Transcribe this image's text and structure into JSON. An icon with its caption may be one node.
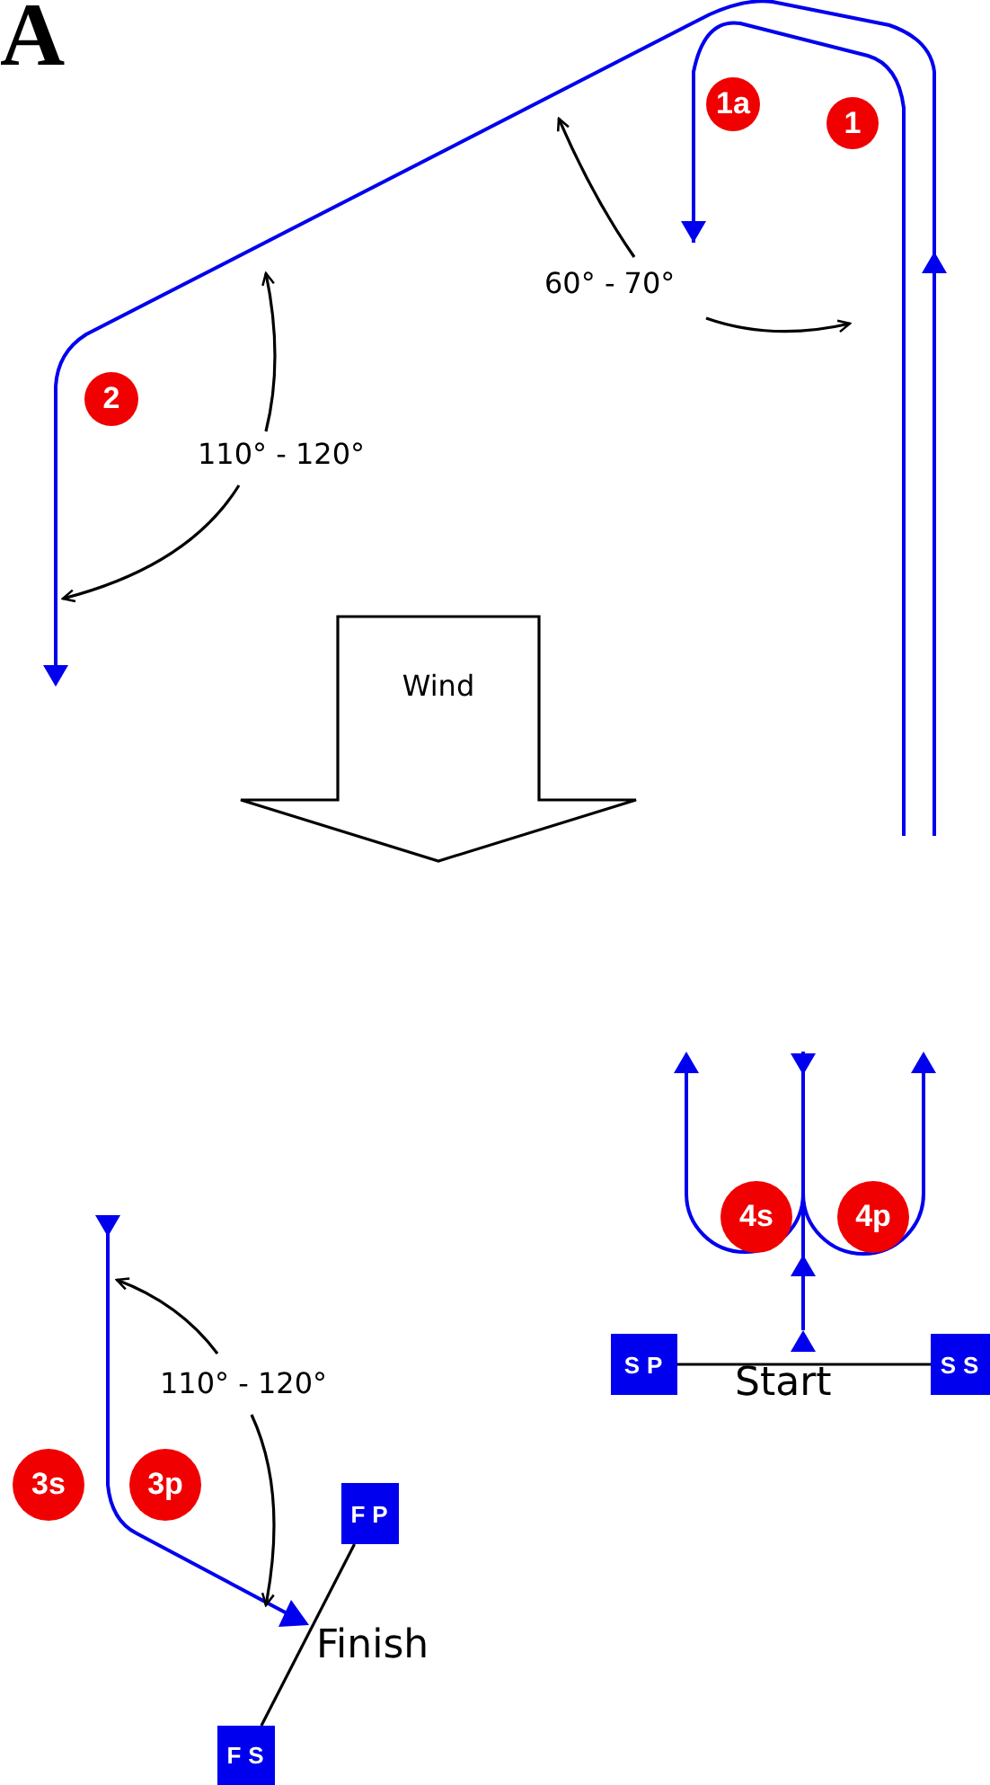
{
  "diagram": {
    "nodes": [
      {
        "text": [
          "1a"
        ]
      },
      {
        "text": [
          "1"
        ]
      },
      {
        "text": [
          "2"
        ]
      },
      {
        "text": [
          "Wind"
        ]
      },
      {
        "text": [
          "4s"
        ]
      },
      {
        "text": [
          "4p"
        ]
      },
      {
        "text": [
          "SP"
        ]
      },
      {
        "text": [
          "SS"
        ]
      },
      {
        "text": [
          "3s"
        ]
      },
      {
        "text": [
          "3p"
        ]
      },
      {
        "text": [
          "FP"
        ]
      },
      {
        "text": [
          "FS"
        ]
      }
    ],
    "edges": [
      {
        "from": 6,
        "to": 7,
        "arrow": "none"
      },
      {
        "from": 10,
        "to": 11,
        "arrow": "none"
      }
    ],
    "labels": [
      "A",
      "60° - 70°",
      "110° - 120°",
      "110° - 120°",
      "Start",
      "Finish"
    ]
  }
}
